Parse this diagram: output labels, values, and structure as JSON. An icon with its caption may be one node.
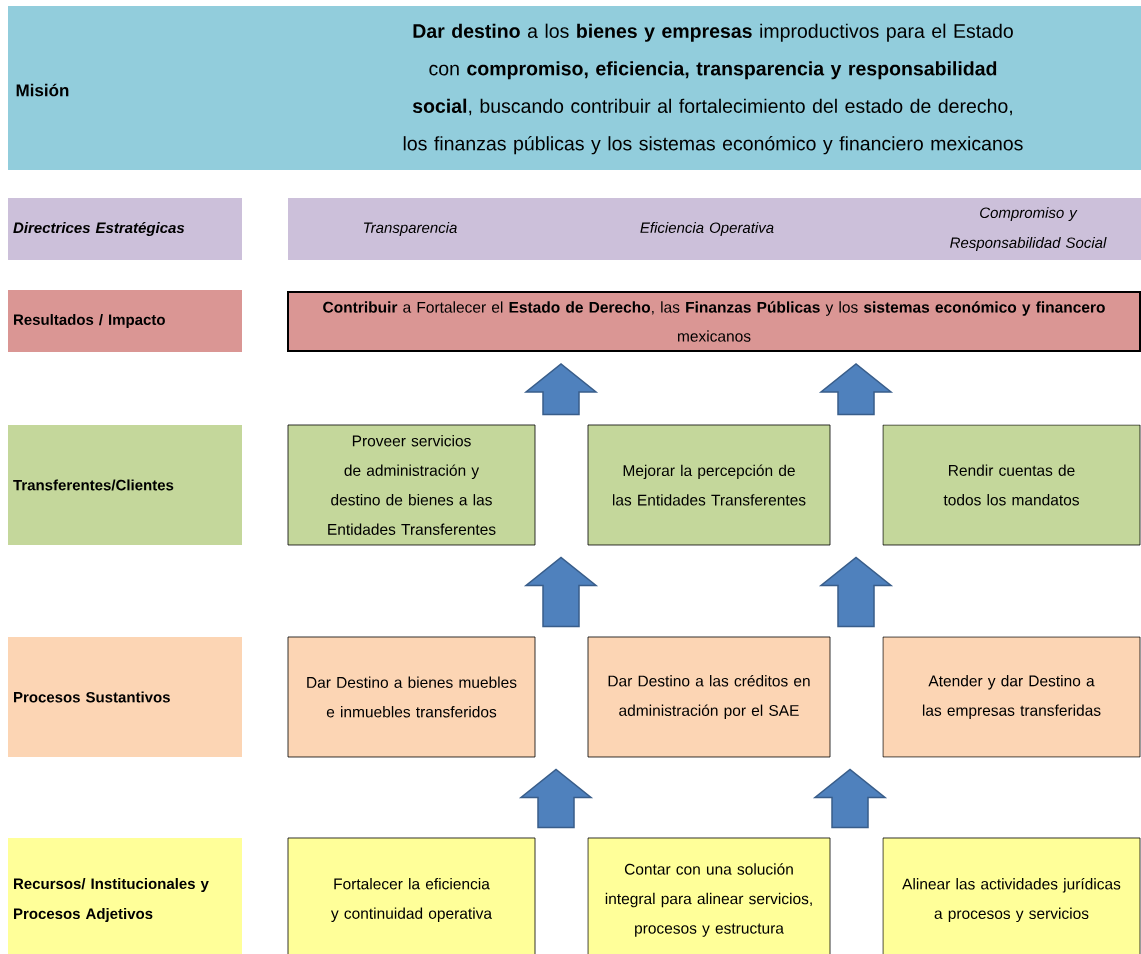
{
  "diagram": {
    "nodes": [
      {
        "text": [
          "Misión",
          "**Dar destino** a los **bienes y empresas** improductivos para el Estado con **compromiso, eficiencia, transparencia y responsabilidad social**, buscando contribuir al fortalecimiento del estado de derecho, los finanzas públicas y los sistemas económico y financiero mexicanos"
        ]
      },
      {
        "text": [
          "Directrices Estratégicas"
        ]
      },
      {
        "text": [
          "Transparencia",
          "Eficiencia Operativa",
          "Compromiso y Responsabilidad Social"
        ]
      },
      {
        "text": [
          "Resultados / Impacto"
        ]
      },
      {
        "text": [
          "**Contribuir** a Fortalecer el **Estado de Derecho**, las **Finanzas Públicas** y los **sistemas económico y financero** mexicanos"
        ]
      },
      {
        "text": [
          "Transferentes/Clientes"
        ]
      },
      {
        "text": [
          "Proveer servicios de administración y destino de bienes a las Entidades Transferentes"
        ]
      },
      {
        "text": [
          "Mejorar la percepción de las Entidades Transferentes"
        ]
      },
      {
        "text": [
          "Rendir cuentas de todos los mandatos"
        ]
      },
      {
        "text": [
          "Procesos Sustantivos"
        ]
      },
      {
        "text": [
          "Dar Destino a bienes muebles e inmuebles transferidos"
        ]
      },
      {
        "text": [
          "Dar Destino a las créditos en administración por el SAE"
        ]
      },
      {
        "text": [
          "Atender y dar Destino a las empresas transferidas"
        ]
      },
      {
        "text": [
          "Recursos/ Institucionales y Procesos Adjetivos"
        ]
      },
      {
        "text": [
          "Fortalecer la eficiencia y continuidad operativa"
        ]
      },
      {
        "text": [
          "Contar con una solución integral para alinear servicios, procesos y estructura"
        ]
      },
      {
        "text": [
          "Alinear las actividades jurídicas a procesos y servicios"
        ]
      }
    ],
    "edges": [
      {
        "from": 6,
        "to": 4,
        "arrow": "to"
      },
      {
        "from": 8,
        "to": 4,
        "arrow": "to"
      },
      {
        "from": 10,
        "to": 6,
        "arrow": "to"
      },
      {
        "from": 12,
        "to": 8,
        "arrow": "to"
      },
      {
        "from": 14,
        "to": 10,
        "arrow": "to"
      },
      {
        "from": 16,
        "to": 12,
        "arrow": "to"
      }
    ]
  }
}
